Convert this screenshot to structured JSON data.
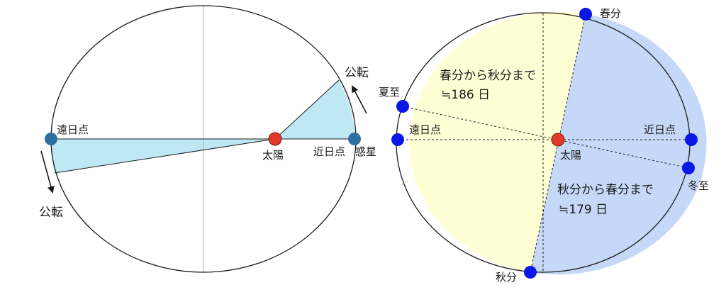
{
  "colors": {
    "sector_fill": "#bfe8f5",
    "spring_summer_fill": "#ffffd6",
    "autumn_winter_fill": "#c5d8f7",
    "sun": "#e03a2a",
    "point_left": "#2f6fa0",
    "point_right": "#0a17e6",
    "outline": "#1a1a1a",
    "axis_gray": "#b0b0b0"
  },
  "left_diagram": {
    "aphelion_label": "遠日点",
    "sun_label": "太陽",
    "perihelion_label": "近日点",
    "planet_label": "惑星",
    "revolution_top_label": "公転",
    "revolution_bottom_label": "公転"
  },
  "right_diagram": {
    "vernal_equinox": "春分",
    "summer_solstice": "夏至",
    "aphelion_label": "遠日点",
    "perihelion_label": "近日点",
    "sun_label": "太陽",
    "winter_solstice": "冬至",
    "autumnal_equinox": "秋分",
    "spring_to_autumn": "春分から秋分まで",
    "spring_to_autumn_days": "≒186 日",
    "autumn_to_spring": "秋分から春分まで",
    "autumn_to_spring_days": "≒179 日"
  }
}
